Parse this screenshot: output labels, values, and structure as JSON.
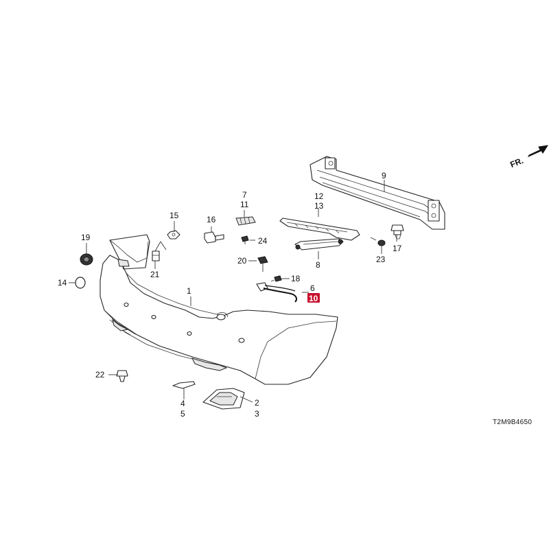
{
  "direction_label": "FR.",
  "diagram_code": "T2M9B4650",
  "highlighted_callout": "10",
  "highlight_color": "#c8102e",
  "callouts": {
    "c1": "1",
    "c2": "2",
    "c3": "3",
    "c4": "4",
    "c5": "5",
    "c6": "6",
    "c7": "7",
    "c8": "8",
    "c9": "9",
    "c10": "10",
    "c11": "11",
    "c12": "12",
    "c13": "13",
    "c14": "14",
    "c15": "15",
    "c16": "16",
    "c17": "17",
    "c18": "18",
    "c19": "19",
    "c20": "20",
    "c21": "21",
    "c22": "22",
    "c23": "23",
    "c24": "24"
  }
}
